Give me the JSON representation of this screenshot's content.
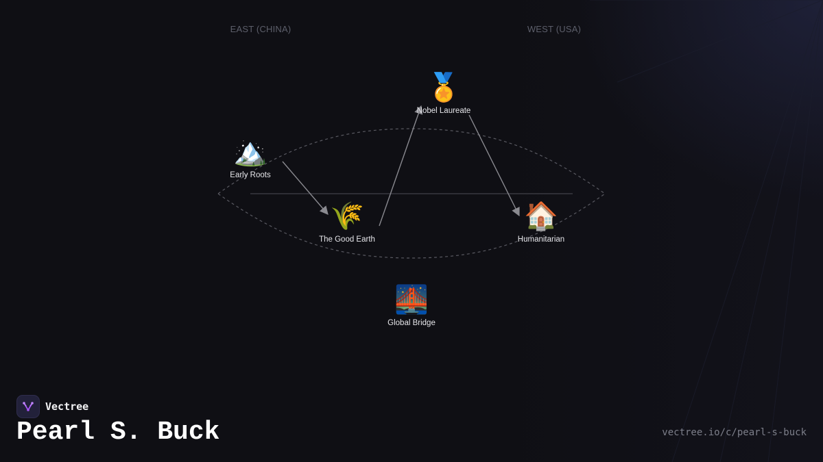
{
  "regions": {
    "east": "EAST (CHINA)",
    "west": "WEST (USA)"
  },
  "nodes": [
    {
      "id": "early-roots",
      "icon": "🏔️",
      "icon_name": "mountain-icon",
      "label": "Early Roots"
    },
    {
      "id": "good-earth",
      "icon": "🌾",
      "icon_name": "wheat-icon",
      "label": "The Good Earth"
    },
    {
      "id": "nobel-laureate",
      "icon": "🏅",
      "icon_name": "medal-icon",
      "label": "Nobel Laureate"
    },
    {
      "id": "humanitarian",
      "icon": "🏠",
      "icon_name": "house-icon",
      "label": "Humanitarian"
    },
    {
      "id": "global-bridge",
      "icon": "🌉",
      "icon_name": "bridge-icon",
      "label": "Global Bridge"
    }
  ],
  "connections": [
    {
      "from": "early-roots",
      "to": "good-earth"
    },
    {
      "from": "good-earth",
      "to": "nobel-laureate"
    },
    {
      "from": "nobel-laureate",
      "to": "humanitarian"
    }
  ],
  "brand": {
    "name": "Vectree",
    "logo_icon": "vectree-logo-icon"
  },
  "title": "Pearl S. Buck",
  "url": "vectree.io/c/pearl-s-buck",
  "colors": {
    "background": "#0f0f14",
    "connector": "#8a8a90",
    "region_label": "#5d5f6b",
    "brand_accent": "#a855f7"
  }
}
